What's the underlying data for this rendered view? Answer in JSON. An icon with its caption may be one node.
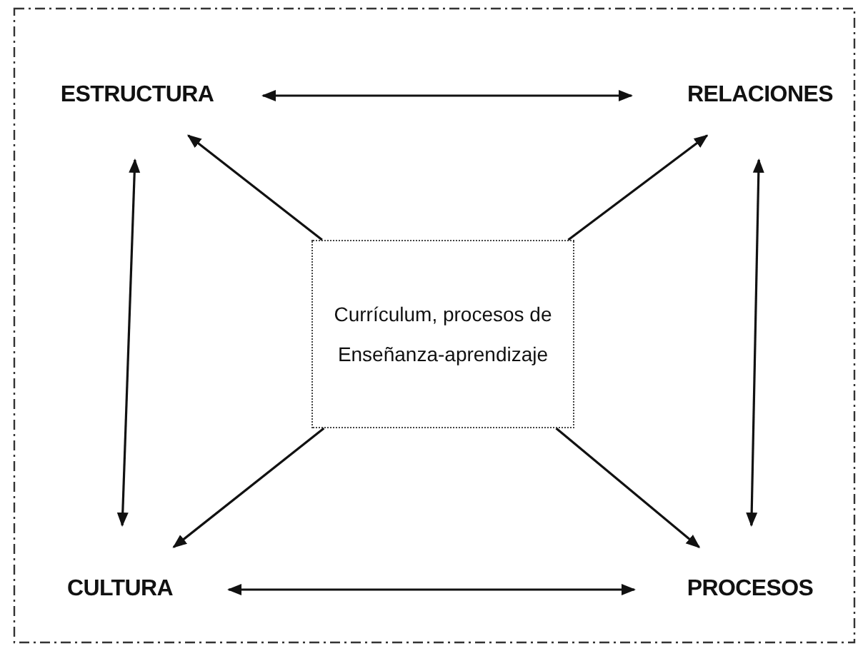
{
  "diagram": {
    "nodes": [
      {
        "text": [
          "ESTRUCTURA"
        ]
      },
      {
        "text": [
          "RELACIONES"
        ]
      },
      {
        "text": [
          "Currículum, procesos de Enseñanza-aprendizaje"
        ]
      },
      {
        "text": [
          "CULTURA"
        ]
      },
      {
        "text": [
          "PROCESOS"
        ]
      }
    ],
    "edges": [
      {
        "from": 0,
        "to": 1,
        "arrow": "both"
      },
      {
        "from": 0,
        "to": 3,
        "arrow": "both"
      },
      {
        "from": 1,
        "to": 4,
        "arrow": "both"
      },
      {
        "from": 3,
        "to": 4,
        "arrow": "both"
      },
      {
        "from": 2,
        "to": 0,
        "arrow": "to"
      },
      {
        "from": 2,
        "to": 1,
        "arrow": "to"
      },
      {
        "from": 2,
        "to": 3,
        "arrow": "to"
      },
      {
        "from": 2,
        "to": 4,
        "arrow": "to"
      }
    ]
  }
}
